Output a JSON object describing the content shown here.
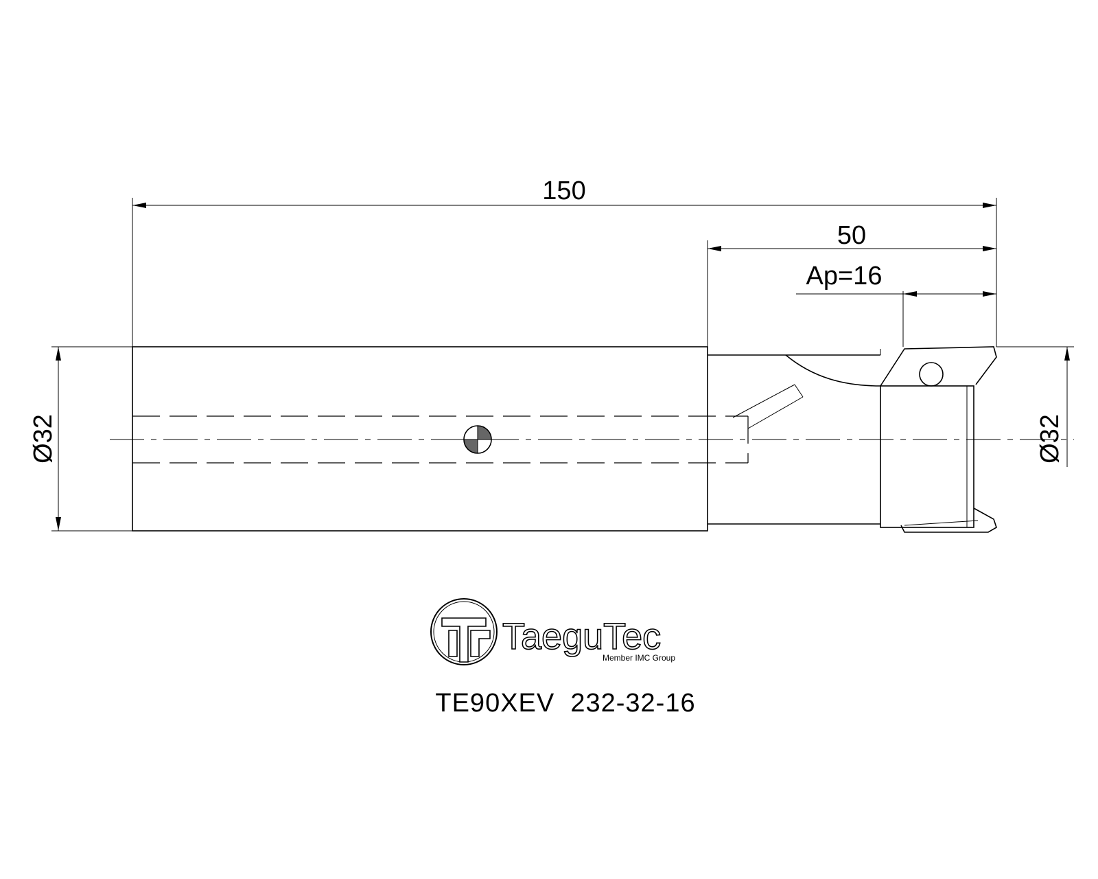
{
  "dimensions": {
    "overall_length": "150",
    "flute_length": "50",
    "depth_of_cut": "Ap=16",
    "shank_diameter": "Ø32",
    "cutting_diameter": "Ø32"
  },
  "logo": {
    "brand": "TaeguTec",
    "tagline": "Member IMC Group"
  },
  "model": {
    "code": "TE90XEV  232-32-16"
  }
}
